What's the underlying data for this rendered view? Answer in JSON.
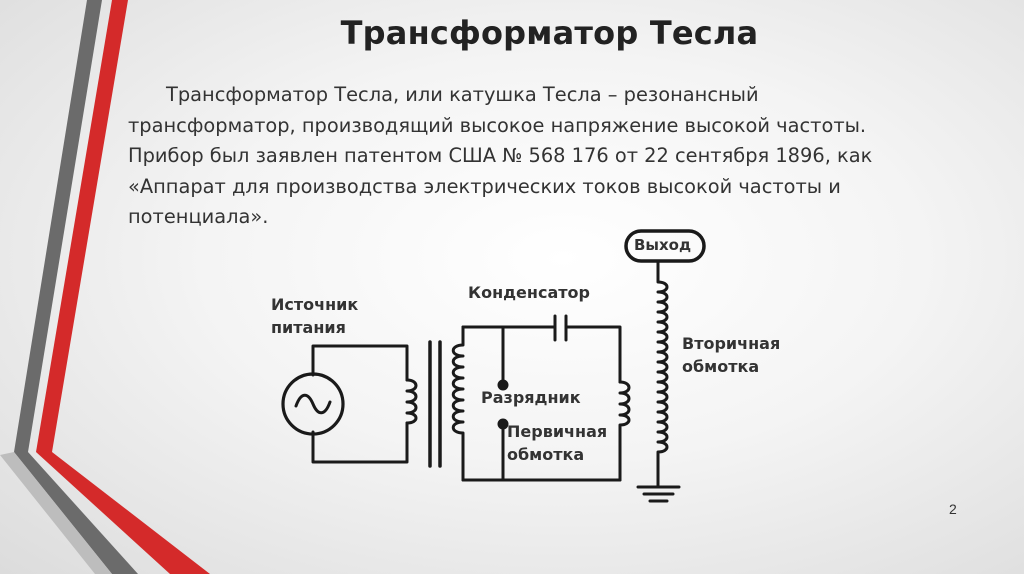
{
  "slide": {
    "title": "Трансформатор Тесла",
    "body": "Трансформатор Тесла, или катушка Тесла – резонансный трансформатор, производящий высокое напряжение высокой частоты. Прибор был заявлен патентом США № 568 176 от 22 сентября 1896, как «Аппарат для производства электрических токов высокой частоты и потенциала».",
    "page_number": "2"
  },
  "diagram": {
    "source_line1": "Источник",
    "source_line2": "питания",
    "capacitor": "Конденсатор",
    "spark_gap": "Разрядник",
    "primary_line1": "Первичная",
    "primary_line2": "обмотка",
    "secondary_line1": "Вторичная",
    "secondary_line2": "обмотка",
    "output": "Выход"
  },
  "colors": {
    "accent_red": "#d42a2a",
    "accent_gray": "#6e6e6e",
    "text": "#333333"
  }
}
